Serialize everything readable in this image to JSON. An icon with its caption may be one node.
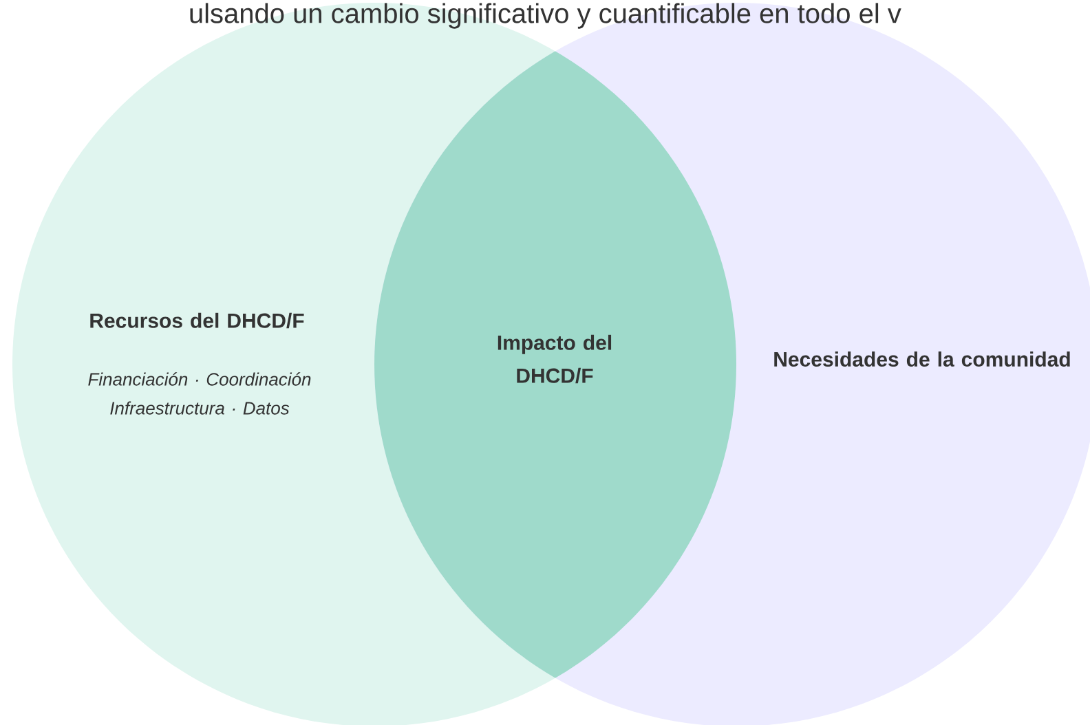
{
  "diagram": {
    "nodes": [
      {
        "text": [
          "Recursos del DHCD/F",
          "Financiación · Coordinación Infraestructura · Datos"
        ]
      },
      {
        "text": [
          "Impacto del DHCD/F"
        ]
      },
      {
        "text": [
          "Necesidades de la comunidad"
        ]
      }
    ],
    "labels": [
      "ulsando un cambio significativo y cuantificable en todo el v"
    ]
  }
}
